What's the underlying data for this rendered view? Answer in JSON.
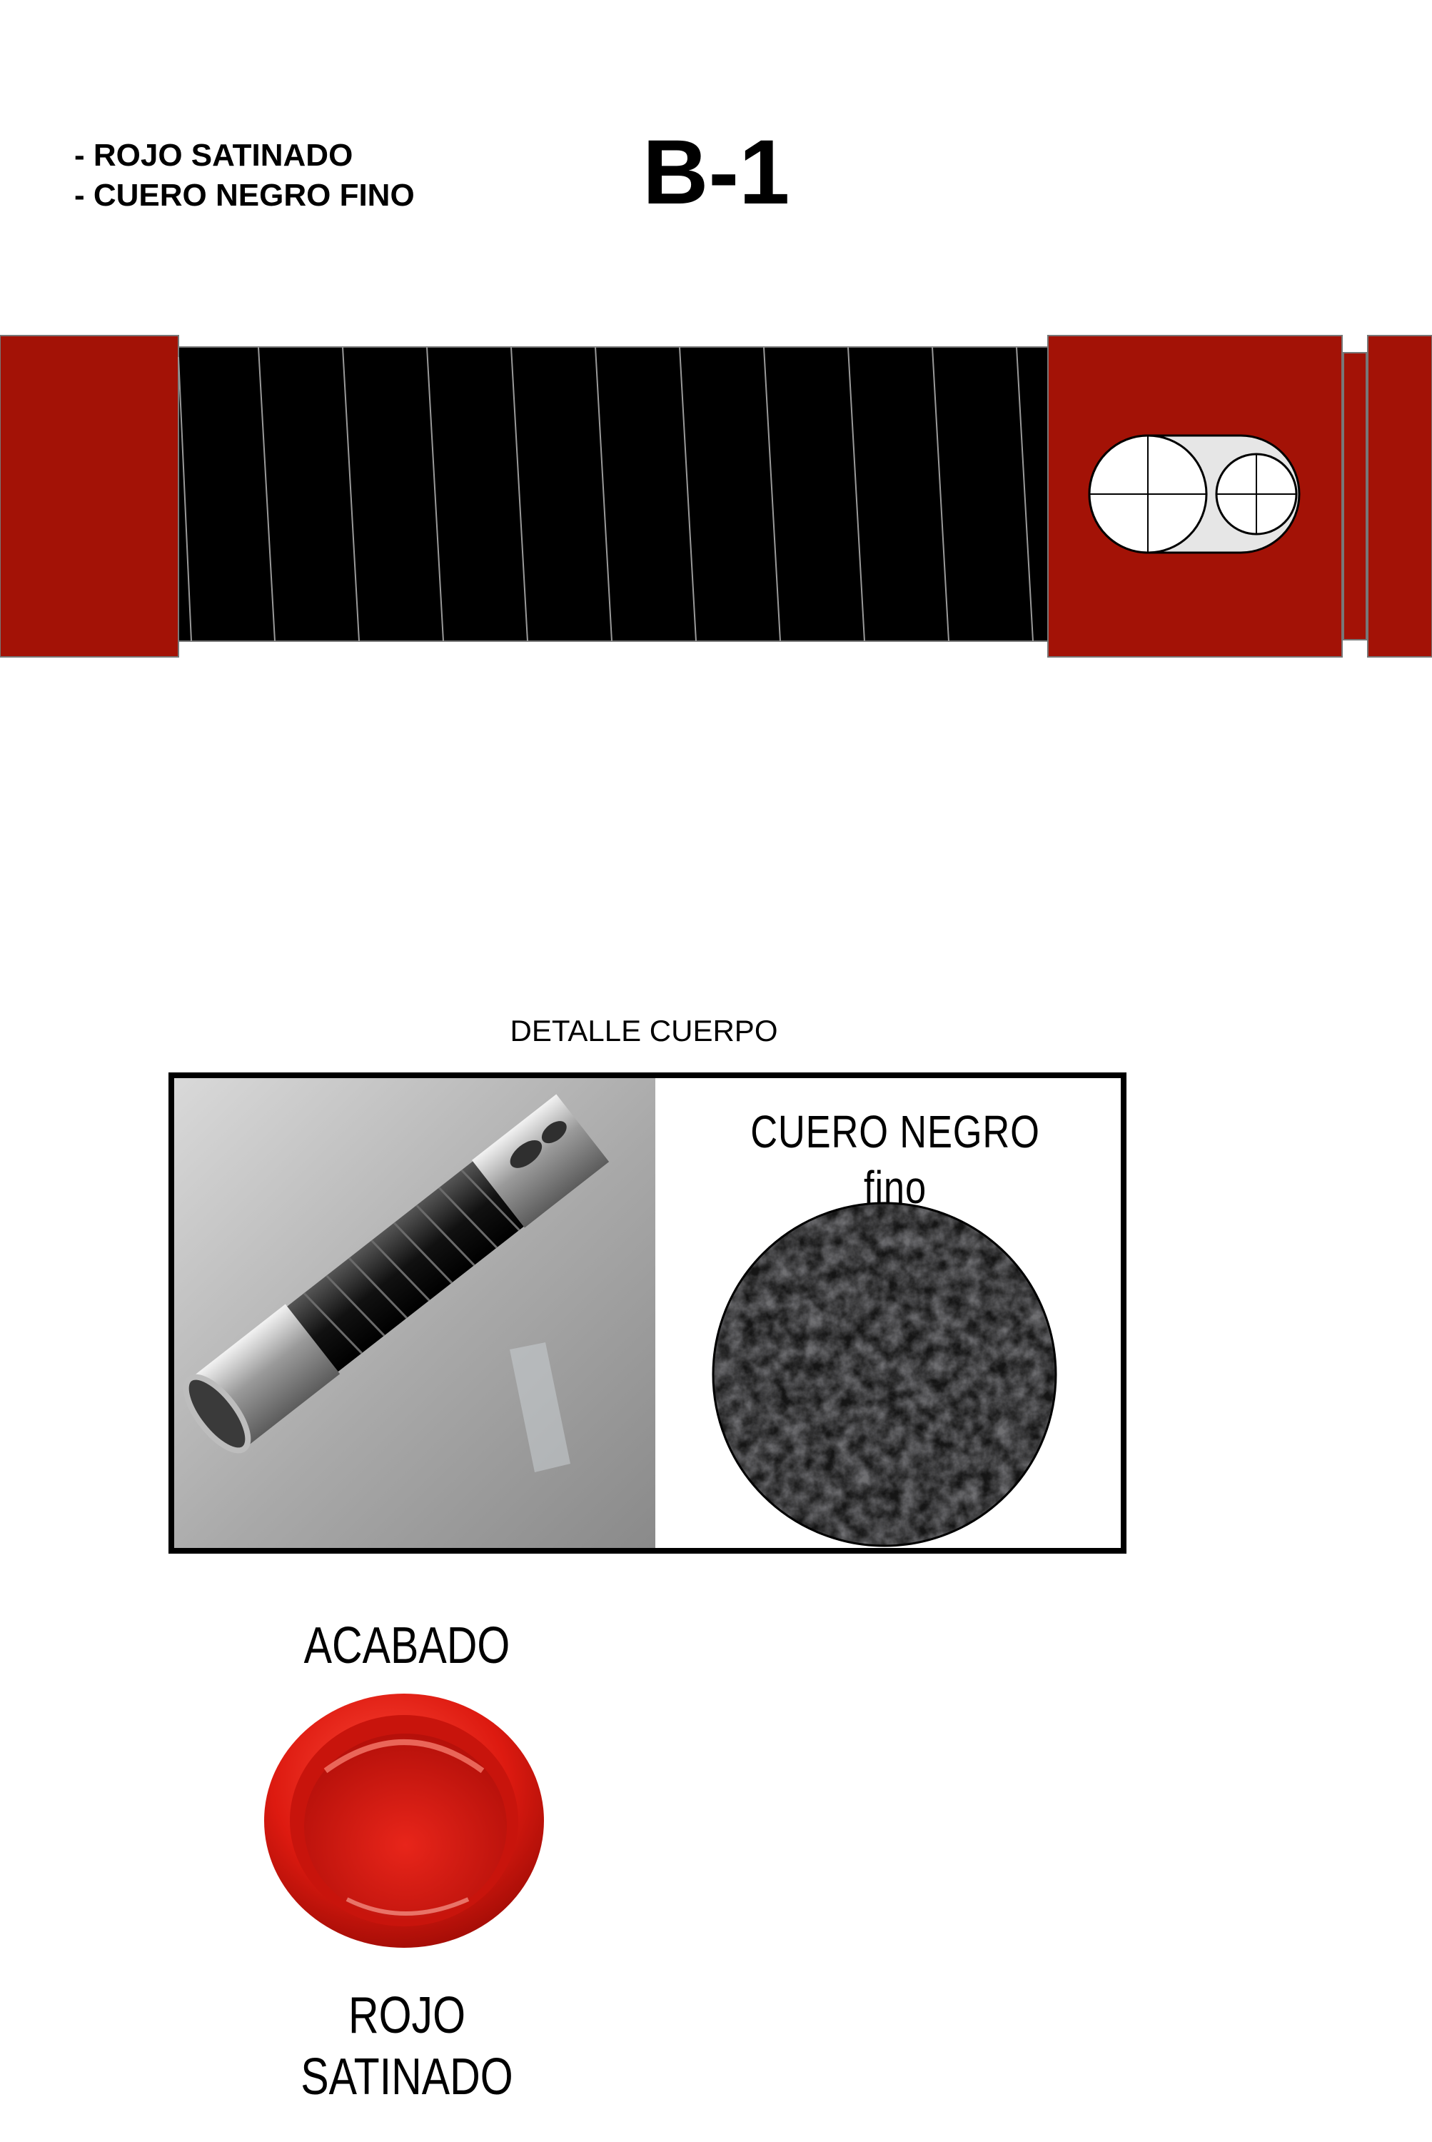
{
  "header": {
    "materials": [
      "- ROJO SATINADO",
      "- CUERO NEGRO FINO"
    ],
    "code": "B-1"
  },
  "hilt": {
    "colors": {
      "metal": "#a31206",
      "grip": "#000000",
      "wrap_lines": "#9a9a9a"
    },
    "icons": [
      "double-window-icon",
      "crosshair-icon"
    ]
  },
  "detail": {
    "caption": "DETALLE CUERPO",
    "texture_title": "CUERO NEGRO fino"
  },
  "finish": {
    "heading": "ACABADO",
    "label": "ROJO SATINADO",
    "color": "#d61a12"
  }
}
